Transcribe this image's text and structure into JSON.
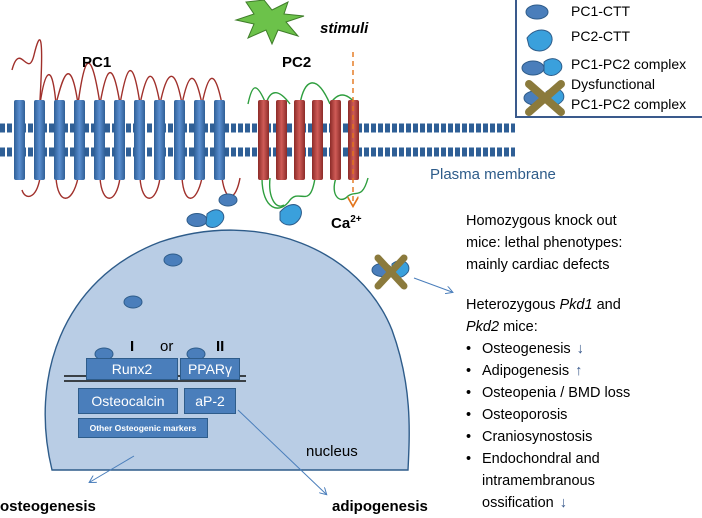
{
  "labels": {
    "pc1": "PC1",
    "pc2": "PC2",
    "stimuli": "stimuli",
    "plasma_membrane": "Plasma membrane",
    "ca": "Ca",
    "ca_sup": "2+",
    "nucleus": "nucleus",
    "osteogenesis_out": "osteogenesis",
    "adipogenesis_out": "adipogenesis",
    "roman_one": "I",
    "or": "or",
    "roman_two": "II"
  },
  "legend": {
    "items": [
      {
        "label": "PC1-CTT"
      },
      {
        "label": "PC2-CTT"
      },
      {
        "label": "PC1-PC2 complex"
      },
      {
        "label": "Dysfunctional"
      },
      {
        "label": "PC1-PC2 complex"
      }
    ]
  },
  "boxes": {
    "runx2": "Runx2",
    "ppar": "PPARγ",
    "osteocalcin": "Osteocalcin",
    "ap2": "aP-2",
    "other": "Other Osteogenic markers"
  },
  "notes": {
    "homozygous": [
      "Homozygous knock out",
      "mice: lethal phenotypes:",
      "mainly cardiac  defects"
    ],
    "hetero_a": "Heterozygous ",
    "hetero_b": "Pkd1",
    "hetero_c": " and",
    "hetero_d": "Pkd2",
    "hetero_e": " mice:"
  },
  "bullets": [
    {
      "text": "Osteogenesis",
      "arrow": "down"
    },
    {
      "text": "Adipogenesis",
      "arrow": "up"
    },
    {
      "text": "Osteopenia / BMD loss",
      "arrow": ""
    },
    {
      "text": "Osteoporosis",
      "arrow": ""
    },
    {
      "text": "Craniosynostosis",
      "arrow": ""
    },
    {
      "text": "Endochondral and",
      "arrow": ""
    },
    {
      "text": " intramembranous",
      "arrow": ""
    },
    {
      "text": " ossification",
      "arrow": "down"
    }
  ],
  "colors": {
    "pc1_helix": "#4a7ebb",
    "pc2_helix": "#c0504d",
    "membrane": "#4a7ebb",
    "nucleus_fill": "#b9cde5",
    "pc1_loops": "#a0302b",
    "pc2_loops": "#2e9e3e",
    "stimuli_star": "#6cc24a",
    "ca_arrow": "#e3741b",
    "x_mark": "#8b7a3c"
  }
}
